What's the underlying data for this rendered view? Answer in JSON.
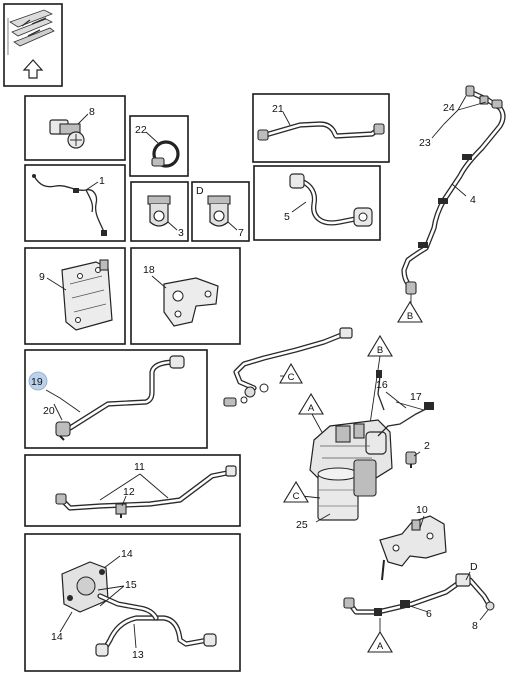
{
  "callouts": {
    "c1": "1",
    "c2": "2",
    "c3": "3",
    "c4": "4",
    "c5": "5",
    "c6": "6",
    "c7": "7",
    "c8a": "8",
    "c8b": "8",
    "c9": "9",
    "c10": "10",
    "c11": "11",
    "c12": "12",
    "c13": "13",
    "c14a": "14",
    "c14b": "14",
    "c15": "15",
    "c16": "16",
    "c17": "17",
    "c18": "18",
    "c19": "19",
    "c20": "20",
    "c21": "21",
    "c22": "22",
    "c23": "23",
    "c24": "24",
    "c25": "25"
  },
  "letters": {
    "d_box": "D",
    "d_main": "D",
    "a_main": "A",
    "a_bottom": "A",
    "b_pipe4": "B",
    "b_filter": "B",
    "c_pipe": "C",
    "c_filter": "C"
  },
  "highlight": {
    "callout": "19",
    "color": "#bcd2ea"
  }
}
